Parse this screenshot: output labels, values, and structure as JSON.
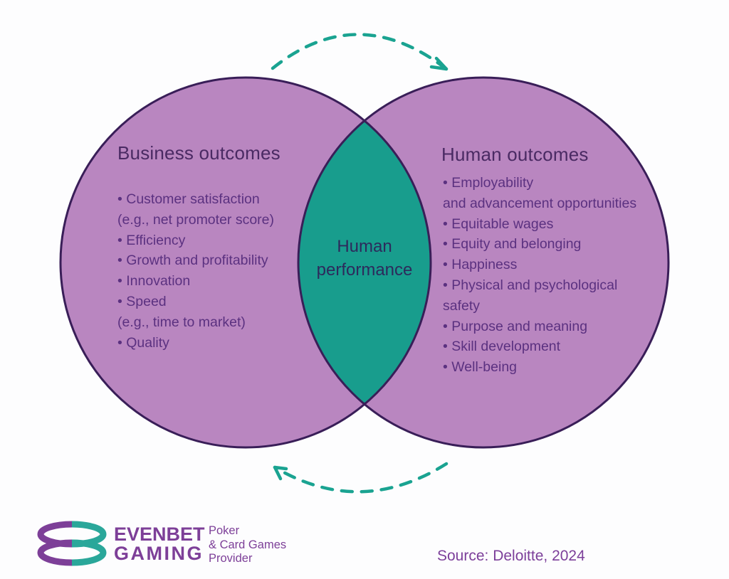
{
  "colors": {
    "circle_fill": "#b986c0",
    "circle_border": "#391e58",
    "overlap_fill": "#189d8d",
    "arrow_teal": "#1aa391",
    "heading_text": "#4a2a63",
    "bullet_text": "#5b3180",
    "center_text": "#2d2a5c",
    "logo_purple": "#7d3f98",
    "logo_teal": "#2aa79a"
  },
  "venn": {
    "left": {
      "title": "Business outcomes",
      "lines": [
        "• Customer satisfaction",
        "(e.g., net promoter score)",
        "• Efficiency",
        "• Growth and profitability",
        "• Innovation",
        "• Speed",
        "(e.g., time to market)",
        "• Quality"
      ]
    },
    "right": {
      "title": "Human outcomes",
      "lines": [
        "• Employability",
        "and advancement opportunities",
        "• Equitable wages",
        "• Equity and belonging",
        "• Happiness",
        "• Physical and psychological",
        "safety",
        "• Purpose and meaning",
        "• Skill development",
        "• Well-being"
      ]
    },
    "center": {
      "label": "Human performance"
    }
  },
  "footer": {
    "logo": {
      "name": "EVENBET",
      "sub": "GAMING",
      "tagline": [
        "Poker",
        "& Card Games",
        "Provider"
      ]
    },
    "source": "Source: Deloitte, 2024"
  }
}
